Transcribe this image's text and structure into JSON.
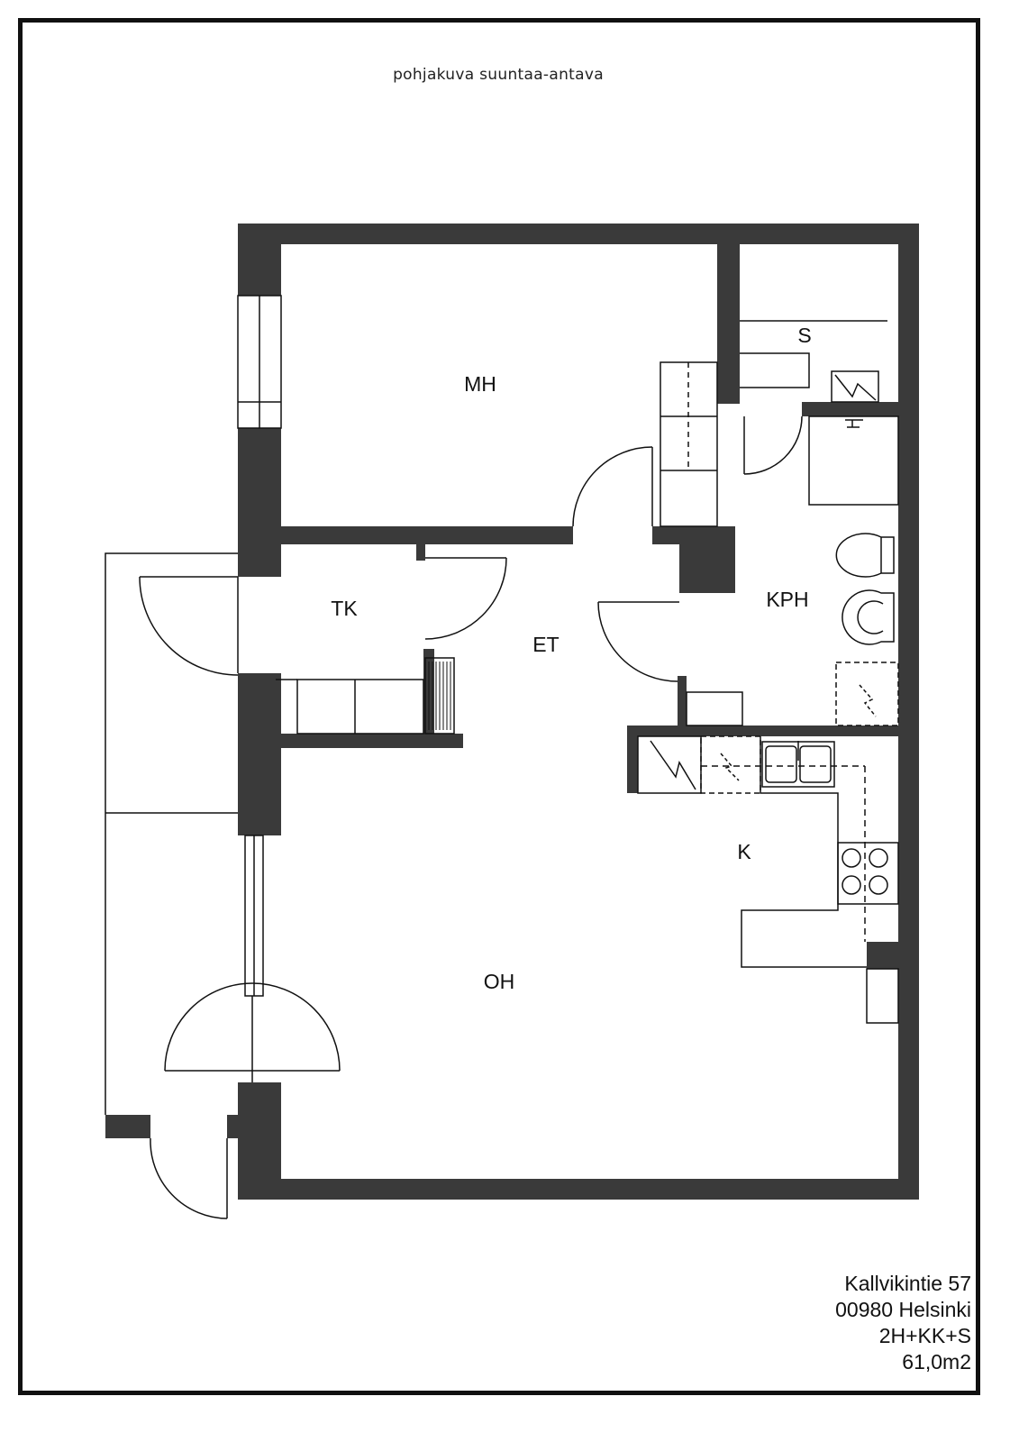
{
  "title_note": "pohjakuva suuntaa-antava",
  "rooms": {
    "MH": "MH",
    "S": "S",
    "TK": "TK",
    "ET": "ET",
    "KPH": "KPH",
    "K": "K",
    "OH": "OH"
  },
  "info": {
    "address": "Kallvikintie  57",
    "postal": "00980  Helsinki",
    "layout": "2H+KK+S",
    "area": "61,0m2"
  },
  "colors": {
    "wall": "#3a3a3a",
    "line": "#111111",
    "frame": "#111111"
  }
}
